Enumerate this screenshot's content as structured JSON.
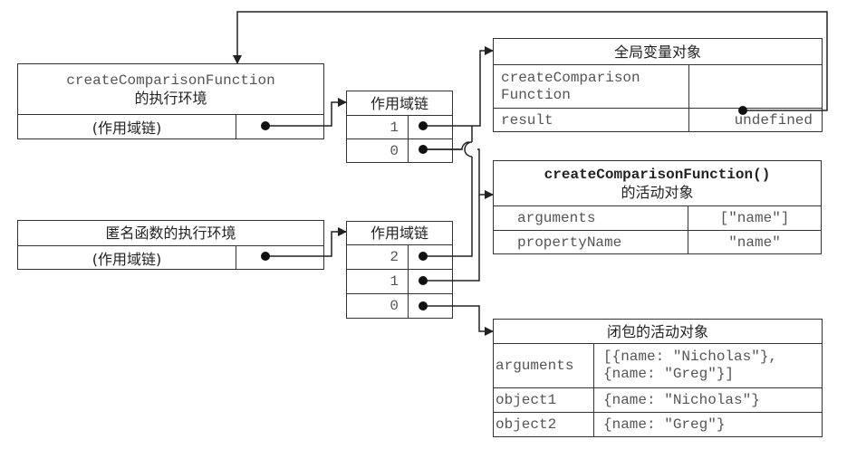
{
  "exec_context_create": {
    "title_line1": "createComparisonFunction",
    "title_line2": "的执行环境",
    "scope_label": "(作用域链)"
  },
  "scope_chain_create": {
    "title": "作用域链",
    "rows": [
      {
        "index": "1"
      },
      {
        "index": "0"
      }
    ]
  },
  "exec_context_anon": {
    "title": "匿名函数的执行环境",
    "scope_label": "(作用域链)"
  },
  "scope_chain_anon": {
    "title": "作用域链",
    "rows": [
      {
        "index": "2"
      },
      {
        "index": "1"
      },
      {
        "index": "0"
      }
    ]
  },
  "global_object": {
    "title": "全局变量对象",
    "rows": [
      {
        "name_line1": "createComparison",
        "name_line2": "Function",
        "value": ""
      },
      {
        "name": "result",
        "value": "undefined"
      }
    ]
  },
  "create_activation": {
    "title_line1": "createComparisonFunction()",
    "title_line2": "的活动对象",
    "rows": [
      {
        "name": "arguments",
        "value": "[\"name\"]"
      },
      {
        "name": "propertyName",
        "value": "\"name\""
      }
    ]
  },
  "closure_activation": {
    "title": "闭包的活动对象",
    "rows": [
      {
        "name": "arguments",
        "value_line1": "[{name: \"Nicholas\"},",
        "value_line2": "{name: \"Greg\"}]"
      },
      {
        "name": "object1",
        "value": "{name: \"Nicholas\"}"
      },
      {
        "name": "object2",
        "value": "{name: \"Greg\"}"
      }
    ]
  },
  "colors": {
    "line": "#222222",
    "border": "#333333",
    "mono_text": "#555555"
  }
}
